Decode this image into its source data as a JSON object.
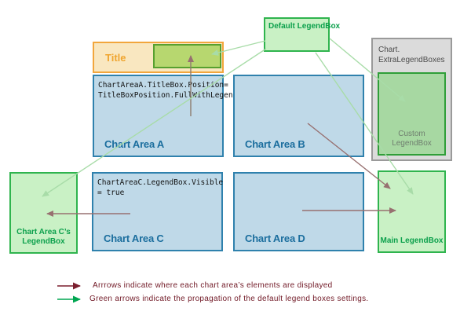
{
  "diagram": {
    "title_box": {
      "label": "Title"
    },
    "default_legendbox": {
      "label": "Default LegendBox"
    },
    "extra_legendboxes": {
      "label_line1": "Chart.",
      "label_line2": "ExtraLegendBoxes",
      "custom_legendbox": {
        "label_line1": "Custom",
        "label_line2": "LegendBox"
      }
    },
    "chart_area_a": {
      "code_line1": "ChartAreaA.TitleBox.Position=",
      "code_line2": "TitleBoxPosition.FullWithLegend",
      "label": "Chart Area A"
    },
    "chart_area_b": {
      "label": "Chart Area B"
    },
    "chart_area_c": {
      "code_line1": "ChartAreaC.LegendBox.Visible",
      "code_line2": "= true",
      "label": "Chart Area C"
    },
    "chart_area_d": {
      "label": "Chart Area D"
    },
    "c_legendbox": {
      "label_line1": "Chart Area C’s",
      "label_line2": "LegendBox"
    },
    "main_legendbox": {
      "label": "Main LegendBox"
    }
  },
  "legend": {
    "arrow_note": "Arrrows indicate where each chart area’s elements are displayed",
    "green_arrow_note": "Green arrows indicate the propagation of the default legend boxes settings."
  },
  "colors": {
    "chart_area_fill": "#bfd9e8",
    "chart_area_border": "#2f81ad",
    "chart_label_text": "#1b6e9e",
    "title_fill": "#f9e7c0",
    "title_border": "#f2a63c",
    "title_text": "#f0a52f",
    "legendbox_fill": "#c9f1c5",
    "legendbox_border": "#2fb44e",
    "legendbox_text": "#0ca04c",
    "custom_legendbox_fill": "#a7d8a2",
    "extra_box_fill": "#dbdbdb",
    "maroon_arrow": "#977070",
    "green_arrow": "#a8dca8",
    "legend_maroon": "#7b1f2e",
    "legend_green": "#00a651",
    "note_text": "#701825"
  }
}
